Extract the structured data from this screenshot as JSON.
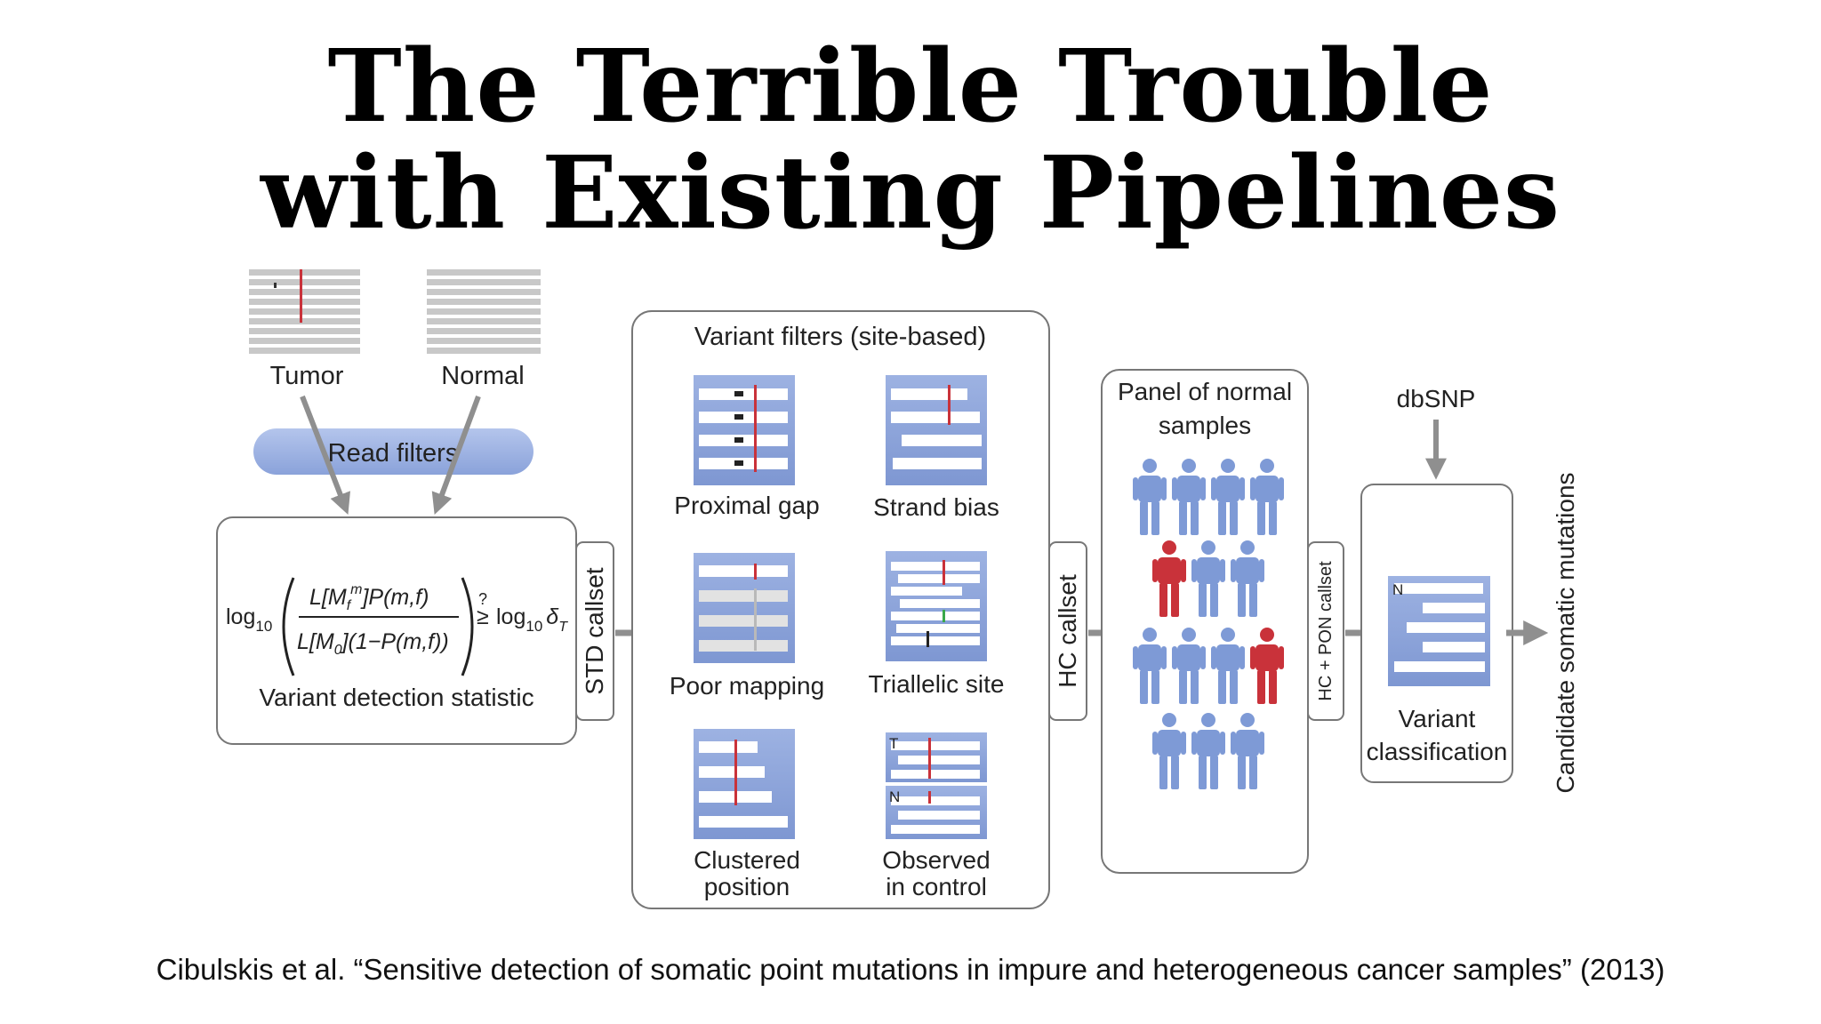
{
  "slide": {
    "title_line1": "The Terrible Trouble",
    "title_line2": "with Existing Pipelines",
    "citation": "Cibulskis et al. “Sensitive detection of somatic point mutations in impure and heterogeneous cancer samples” (2013)"
  },
  "diagram": {
    "inputs": {
      "tumor": "Tumor",
      "normal": "Normal"
    },
    "read_filters": "Read filters",
    "statistic": {
      "log10": "log",
      "sub10": "10",
      "numerator": "L[M",
      "num_sub": "f",
      "num_sup": "m",
      "num_rest": "]P(m,f)",
      "denominator": "L[M",
      "den_sub": "0",
      "den_rest": "](1−P(m,f))",
      "compare": "≥",
      "question": "?",
      "rhs_log": "log",
      "rhs_sub": "10",
      "rhs_delta": "δ",
      "rhs_delta_sub": "T",
      "label": "Variant detection statistic"
    },
    "std_callset": "STD callset",
    "site_filters": {
      "title": "Variant filters (site-based)",
      "items": [
        {
          "label_line1": "Proximal gap",
          "label_line2": ""
        },
        {
          "label_line1": "Strand bias",
          "label_line2": ""
        },
        {
          "label_line1": "Poor mapping",
          "label_line2": ""
        },
        {
          "label_line1": "Triallelic site",
          "label_line2": ""
        },
        {
          "label_line1": "Clustered",
          "label_line2": "position"
        },
        {
          "label_line1": "Observed",
          "label_line2": "in control"
        }
      ],
      "observed_T": "T",
      "observed_N": "N"
    },
    "hc_callset": "HC callset",
    "panel": {
      "title_line1": "Panel of normal",
      "title_line2": "samples"
    },
    "hc_pon_callset": "HC + PON callset",
    "dbsnp": "dbSNP",
    "classification": {
      "tag": "N",
      "label_line1": "Variant",
      "label_line2": "classification"
    },
    "output": "Candidate somatic mutations",
    "colors": {
      "accent_blue": "#7e9ad6",
      "mutation_red": "#c9323a",
      "arrow_gray": "#8f8f8f"
    }
  }
}
